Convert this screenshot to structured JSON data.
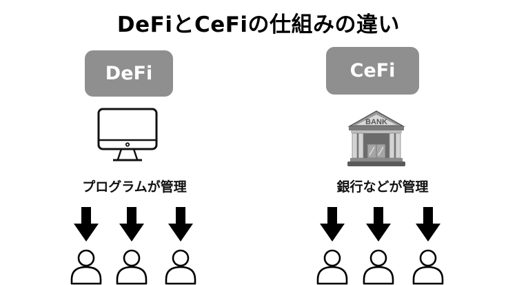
{
  "title": "DeFiとCeFiの仕組みの違い",
  "colors": {
    "badge": "#8f8f8f",
    "text": "#000000",
    "background": "#ffffff"
  },
  "defi": {
    "badge_label": "DeFi",
    "icon": "computer-monitor-icon",
    "caption": "プログラムが管理",
    "users": 3
  },
  "cefi": {
    "badge_label": "CeFi",
    "icon": "bank-building-icon",
    "bank_sign": "BANK",
    "caption": "銀行などが管理",
    "users": 3
  }
}
